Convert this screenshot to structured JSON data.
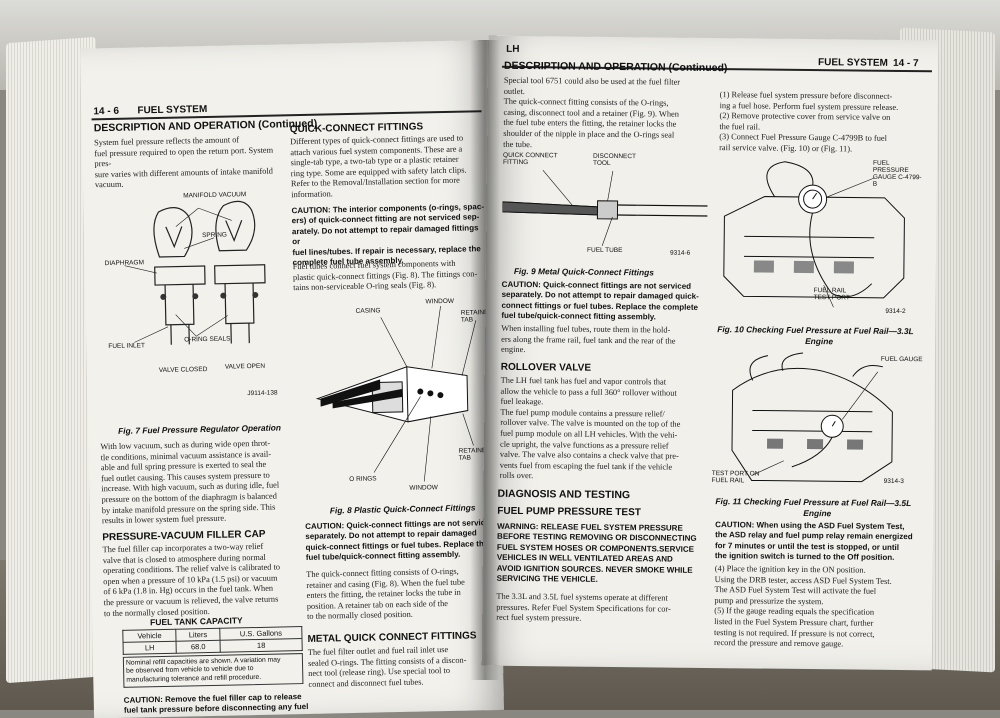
{
  "left_page": {
    "page_number": "14 - 6",
    "section": "FUEL SYSTEM",
    "heading": "DESCRIPTION AND OPERATION (Continued)",
    "col1_intro": "System fuel pressure reflects the amount of\nfuel pressure required to open the return port. System pres-\nsure varies with different amounts of intake manifold\nvacuum.",
    "fig7": {
      "labels": [
        "MANIFOLD VACUUM",
        "SPRING",
        "DIAPHRAGM",
        "FUEL INLET",
        "O-RING SEALS",
        "VALVE CLOSED",
        "VALVE OPEN"
      ],
      "code": "J9114-138",
      "caption": "Fig. 7 Fuel Pressure Regulator Operation"
    },
    "col1_body": "With low vacuum, such as during wide open throt-\ntle conditions, minimal vacuum assistance is avail-\nable and full spring pressure is exerted to seal the\nfuel outlet causing. This causes system pressure to\nincrease. With high vacuum, such as during idle, fuel\npressure on the bottom of the diaphragm is balanced\nby intake manifold pressure on the spring side. This\nresults in lower system fuel pressure.",
    "filler_cap_heading": "PRESSURE-VACUUM FILLER CAP",
    "filler_cap_text": "The fuel filler cap incorporates a two-way relief\nvalve that is closed to atmosphere during normal\noperating conditions. The relief valve is calibrated to\nopen when a pressure of 10 kPa (1.5 psi) or vacuum\nof 6 kPa (1.8 in. Hg) occurs in the fuel tank. When\nthe pressure or vacuum is relieved, the valve returns\nto the normally closed position.",
    "tank_table": {
      "title": "FUEL TANK CAPACITY",
      "headers": [
        "Vehicle",
        "Liters",
        "U.S. Gallons"
      ],
      "rows": [
        [
          "LH",
          "68.0",
          "18"
        ]
      ],
      "note": "Nominal refill capacities are shown. A variation may\nbe observed from vehicle to vehicle due to\nmanufacturing tolerance and refill procedure."
    },
    "col1_caution": "CAUTION:  Remove the fuel filler cap to release\nfuel tank pressure before disconnecting any fuel\nsystem component.",
    "qc_heading": "QUICK-CONNECT FITTINGS",
    "qc_text": "Different types of quick-connect fittings are used to\nattach various fuel system components. These are a\nsingle-tab type, a two-tab type or a plastic retainer\nring type. Some are equipped with safety latch clips.\nRefer to the Removal/Installation section for more\ninformation.",
    "qc_caution": "CAUTION:  The interior components (o-rings, spac-\ners) of quick-connect fitting are not serviced sep-\narately. Do not attempt to repair damaged fittings or\nfuel lines/tubes. If repair is necessary, replace the\ncomplete fuel tube assembly.",
    "qc_text2": "Fuel tubes connect fuel system components with\nplastic quick-connect fittings (Fig. 8). The fittings con-\ntains non-serviceable O-ring seals (Fig. 8).",
    "fig8": {
      "labels": [
        "CASING",
        "WINDOW",
        "RETAINER TAB",
        "O RINGS",
        "WINDOW",
        "RETAINER TAB"
      ],
      "caption": "Fig. 8 Plastic Quick-Connect Fittings"
    },
    "col2_caution": "CAUTION:  Quick-connect fittings are not serviced\nseparately. Do not attempt to repair damaged\nquick-connect fittings or fuel tubes. Replace the\nfuel tube/quick-connect fitting assembly.",
    "col2_text": "The quick-connect fitting consists of O-rings,\nretainer and casing (Fig. 8). When the fuel tube\nenters the fitting, the retainer locks the tube in\nposition. A retainer tab on each side of the\nto the normally closed position.",
    "metal_heading": "METAL QUICK CONNECT FITTINGS",
    "metal_text": "The fuel filter outlet and fuel rail inlet use\nsealed O-rings. The fitting consists of a discon-\nnect tool (release ring). Use special tool to\nconnect and disconnect fuel tubes."
  },
  "right_page": {
    "tab": "LH",
    "section": "FUEL SYSTEM",
    "page_number": "14 - 7",
    "heading": "DESCRIPTION AND OPERATION (Continued)",
    "col1_intro": "Special tool 6751 could also be used at the fuel filter\noutlet.\n   The quick-connect fitting consists of the O-rings,\ncasing, disconnect tool and a retainer (Fig. 9). When\nthe fuel tube enters the fitting, the retainer locks the\nshoulder of the nipple in place and the O-rings seal\nthe tube.",
    "fig9": {
      "labels": [
        "QUICK CONNECT FITTING",
        "DISCONNECT TOOL",
        "FUEL TUBE"
      ],
      "code": "9314-6",
      "caption": "Fig. 9 Metal Quick-Connect Fittings"
    },
    "col1_caution": "CAUTION:  Quick-connect fittings are not serviced\nseparately. Do not attempt to repair damaged quick-\nconnect fittings or fuel tubes. Replace the complete\nfuel tube/quick-connect fitting assembly.",
    "col1_text2": "When installing fuel tubes, route them in the hold-\ners along the frame rail, fuel tank and the rear of the\nengine.",
    "rollover_heading": "ROLLOVER VALVE",
    "rollover_text": "The LH fuel tank has fuel and vapor controls that\nallow the vehicle to pass a full 360° rollover without\nfuel leakage.\n   The fuel pump module contains a pressure relief/\nrollover valve. The valve is mounted on the top of the\nfuel pump module on all LH vehicles. With the vehi-\ncle upright, the valve functions as a pressure relief\nvalve. The valve also contains a check valve that pre-\nvents fuel from escaping the fuel tank if the vehicle\nrolls over.",
    "diag_heading": "DIAGNOSIS AND TESTING",
    "pump_heading": "FUEL PUMP PRESSURE TEST",
    "warning": "WARNING:  RELEASE FUEL SYSTEM PRESSURE\nBEFORE TESTING REMOVING OR DISCONNECTING\nFUEL SYSTEM HOSES OR COMPONENTS.SERVICE\nVEHICLES IN WELL VENTILATED AREAS AND\nAVOID IGNITION SOURCES. NEVER SMOKE WHILE\nSERVICING THE VEHICLE.",
    "pump_text": "   The 3.3L and 3.5L fuel systems operate at different\npressures. Refer Fuel System Specifications for cor-\nrect fuel system pressure.",
    "col2_steps": "   (1) Release fuel system pressure before disconnect-\ning a fuel hose. Perform fuel system pressure release.\n   (2) Remove protective cover from service valve on\nthe fuel rail.\n   (3) Connect Fuel Pressure Gauge C-4799B to fuel\nrail service valve. (Fig. 10) or (Fig. 11).",
    "fig10": {
      "labels": [
        "FUEL PRESSURE GAUGE C-4799-B",
        "FUEL RAIL TEST PORT"
      ],
      "code": "9314-2",
      "caption_line1": "Fig. 10 Checking Fuel Pressure at Fuel Rail—3.3L",
      "caption_line2": "Engine"
    },
    "fig11": {
      "labels": [
        "FUEL GAUGE",
        "TEST PORT ON FUEL RAIL"
      ],
      "code": "9314-3",
      "caption_line1": "Fig. 11 Checking Fuel Pressure at Fuel Rail—3.5L",
      "caption_line2": "Engine"
    },
    "col2_caution": "CAUTION:  When using the ASD Fuel System Test,\nthe ASD relay and fuel pump relay remain energized\nfor 7 minutes or until the test is stopped, or until\nthe ignition switch is turned to the Off position.",
    "col2_steps2": "   (4) Place the ignition key in the ON position.\nUsing the DRB tester, access ASD Fuel System Test.\nThe ASD Fuel System Test will activate the fuel\npump and pressurize the system.\n   (5) If the gauge reading equals the specification\nlisted in the Fuel System Pressure chart, further\ntesting is not required. If pressure is not correct,\nrecord the pressure and remove gauge."
  }
}
